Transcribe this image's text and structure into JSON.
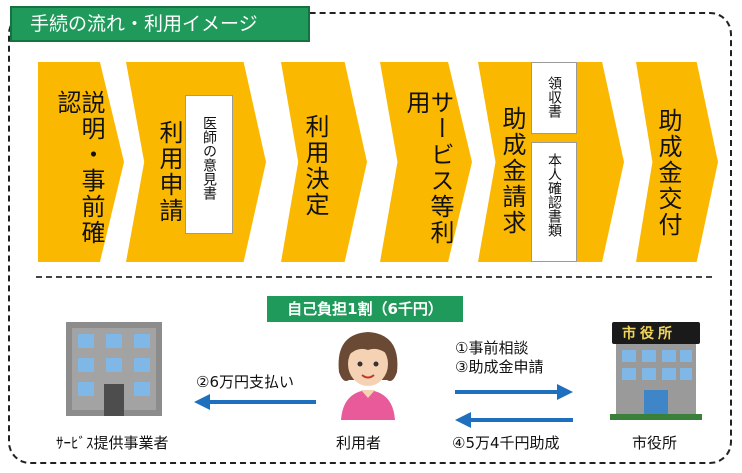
{
  "title": "手続の流れ・利用イメージ",
  "steps": [
    {
      "label": "説明・事前確認"
    },
    {
      "label": "利用申請",
      "note": "医師の意見書"
    },
    {
      "label": "利用決定"
    },
    {
      "label": "サービス等利用"
    },
    {
      "label": "助成金請求",
      "notes": [
        "領収書",
        "本人確認書類"
      ]
    },
    {
      "label": "助成金交付"
    }
  ],
  "colors": {
    "chevron": "#fbb800",
    "accent_green": "#1f9a5a",
    "arrow_blue": "#1f6fbf"
  },
  "flow": {
    "self_burden": "自己負担1割（6千円）",
    "provider": {
      "label": "ｻｰﾋﾞｽ提供事業者",
      "icon": "office-building-icon"
    },
    "user": {
      "label": "利用者",
      "icon": "woman-avatar-icon"
    },
    "city_office": {
      "label": "市役所",
      "sign": "市役所",
      "icon": "city-hall-icon"
    },
    "payment_to_provider": "②6万円支払い",
    "to_city": [
      "①事前相談",
      "③助成金申請"
    ],
    "subsidy": "④5万4千円助成"
  }
}
